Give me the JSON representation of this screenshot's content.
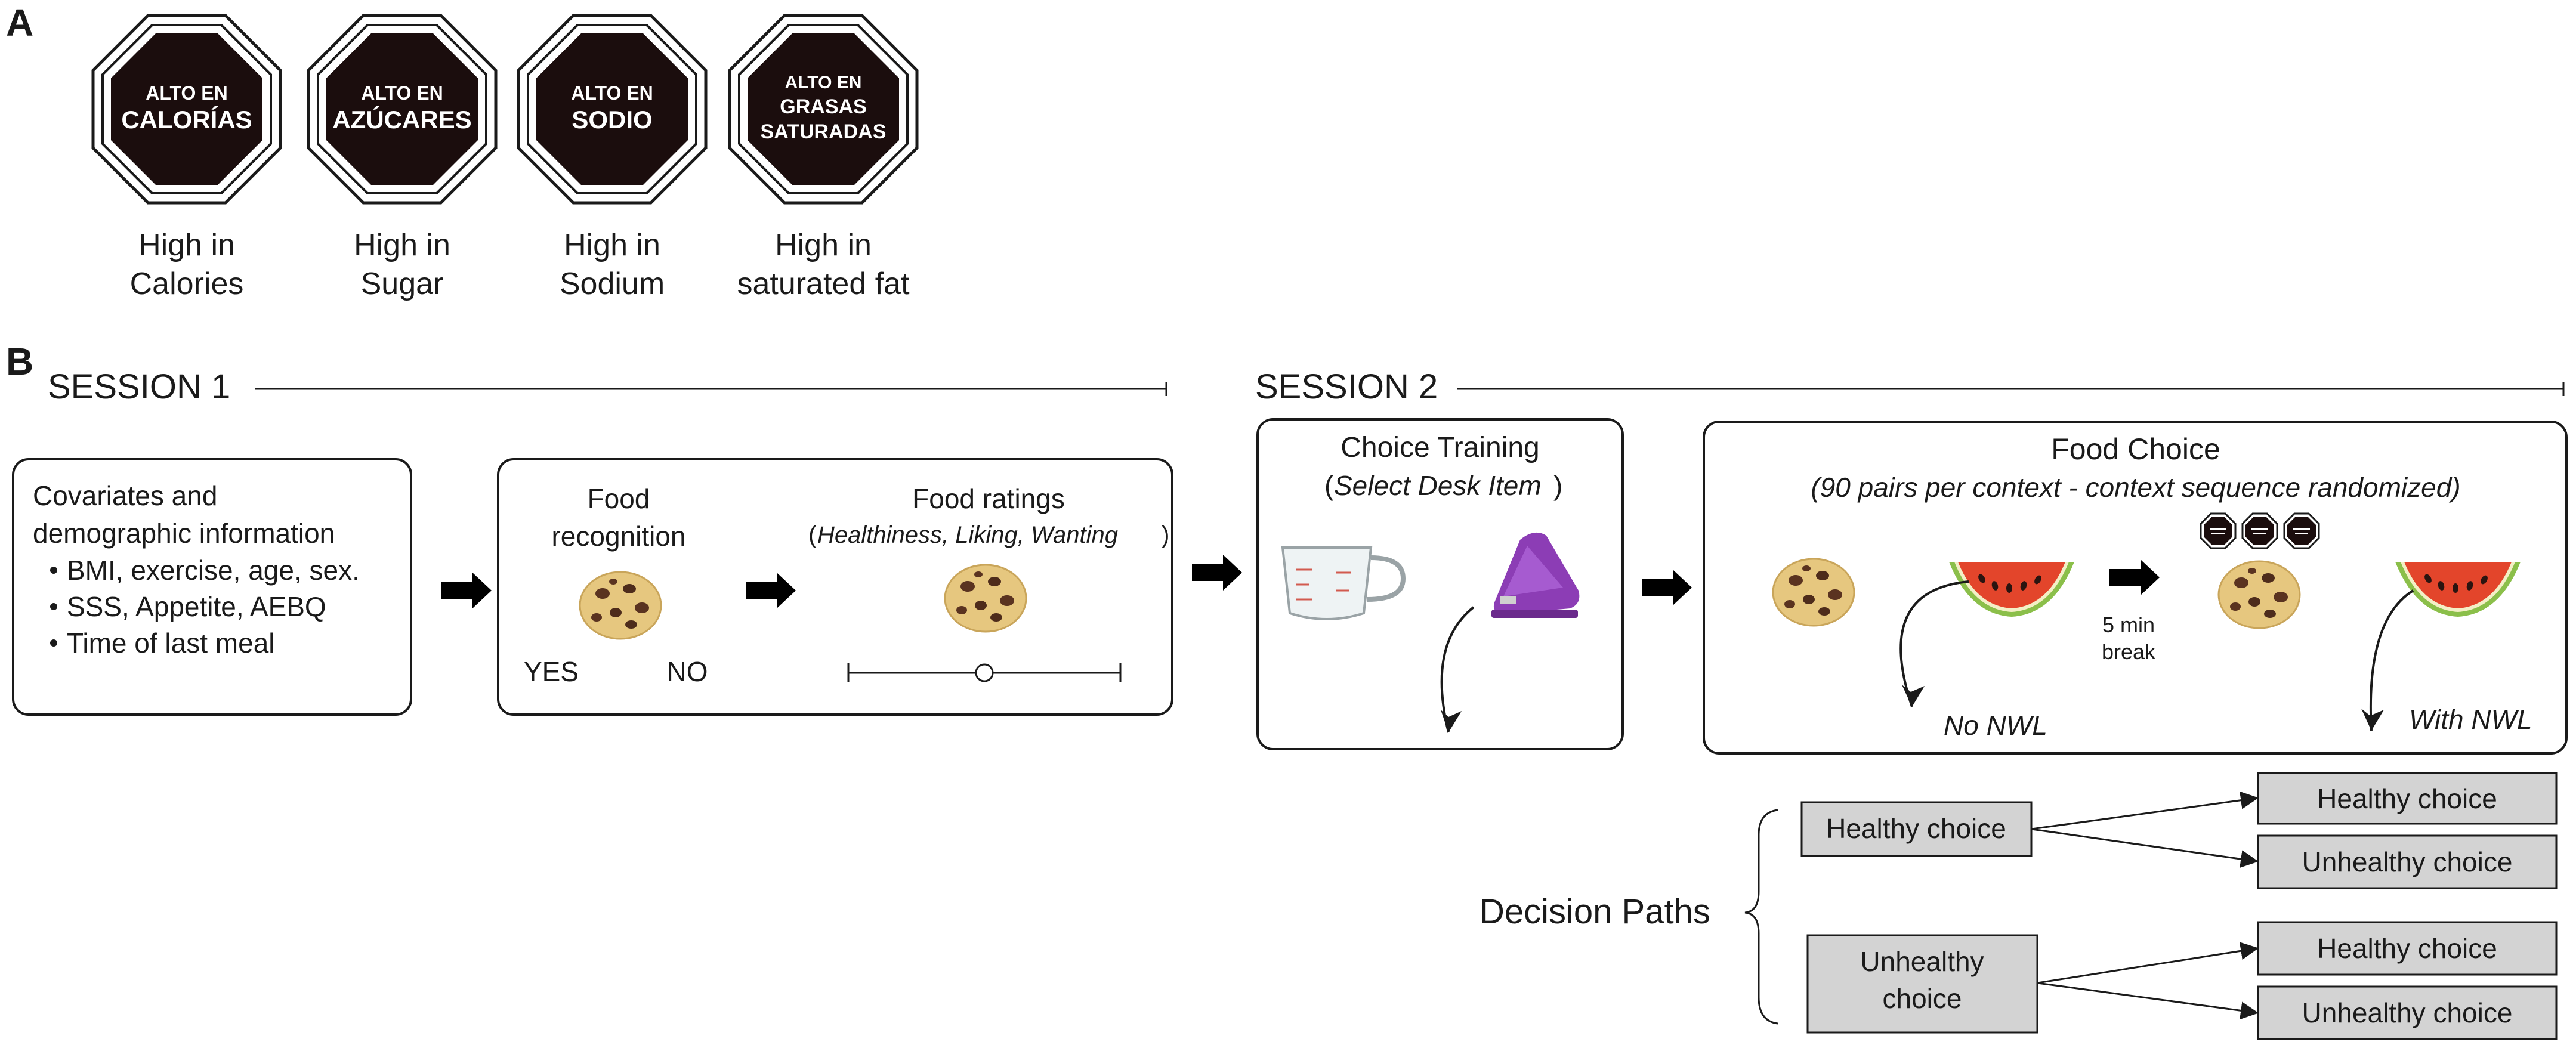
{
  "panel_a": {
    "letter": "A",
    "labels": [
      {
        "lines": [
          "ALTO EN",
          "CALORÍAS"
        ],
        "caption": [
          "High in",
          "Calories"
        ]
      },
      {
        "lines": [
          "ALTO EN",
          "AZÚCARES"
        ],
        "caption": [
          "High in",
          "Sugar"
        ]
      },
      {
        "lines": [
          "ALTO EN",
          "SODIO"
        ],
        "caption": [
          "High in",
          "Sodium"
        ]
      },
      {
        "lines": [
          "ALTO EN",
          "GRASAS",
          "SATURADAS"
        ],
        "caption": [
          "High in",
          "saturated fat"
        ]
      }
    ]
  },
  "panel_b": {
    "letter": "B",
    "session1": "SESSION 1",
    "session2": "SESSION 2",
    "covariates": {
      "title": [
        "Covariates and",
        "demographic information"
      ],
      "bullets": [
        "BMI, exercise, age, sex.",
        "SSS, Appetite, AEBQ",
        "Time of last meal"
      ]
    },
    "recognition": {
      "title": [
        "Food",
        "recognition"
      ],
      "yes": "YES",
      "no": "NO"
    },
    "ratings": {
      "title": "Food ratings",
      "subtitle": "Healthiness, Liking, Wanting"
    },
    "training": {
      "title": "Choice Training",
      "subtitle": "Select Desk Item"
    },
    "food_choice": {
      "title": "Food Choice",
      "subtitle": "(90 pairs per context - context sequence randomized)",
      "break": [
        "5 min",
        "break"
      ],
      "no_nwl": "No NWL",
      "with_nwl": "With NWL"
    },
    "decision_paths": {
      "label": "Decision Paths",
      "first": [
        [
          "Healthy choice"
        ],
        [
          "Unhealthy",
          "choice"
        ]
      ],
      "second": [
        "Healthy choice",
        "Unhealthy choice",
        "Healthy choice",
        "Unhealthy choice"
      ]
    }
  },
  "colors": {
    "octagon_fill": "#1b0d0d",
    "box_gray": "#d3d3d3",
    "watermelon_flesh": "#e3452b",
    "cookie": "#e6c77f",
    "stapler": "#8c3db5"
  }
}
